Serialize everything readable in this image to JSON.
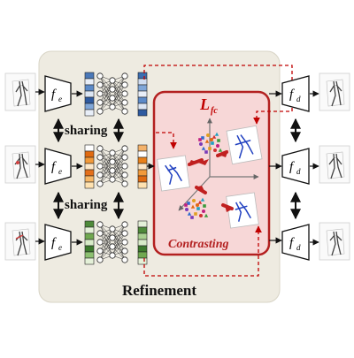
{
  "labels": {
    "encoder": "f",
    "encoder_sub": "e",
    "decoder": "f",
    "decoder_sub": "d",
    "sharing": "sharing",
    "loss_main": "L",
    "loss_sub": "fc",
    "contrasting": "Contrasting",
    "refinement": "Refinement"
  },
  "colors": {
    "refinement_bg": "#eeebe1",
    "contrast_bg": "#f7d7d7",
    "contrast_border": "#b32020",
    "dashed_arrow": "#c00000",
    "feature_blue": [
      "#4a78b8",
      "#e8eef8",
      "#5c8ac8",
      "#dce6f4",
      "#2e5aa0",
      "#7fa6d8",
      "#e8eef8"
    ],
    "feature_orange": [
      "#ffffff",
      "#e06a10",
      "#f29a3a",
      "#fde7c8",
      "#e46f1a",
      "#f7b766",
      "#ffe2b0"
    ],
    "feature_green": [
      "#4e8a3a",
      "#e4f0d8",
      "#70a850",
      "#d8ebc8",
      "#3d7a2d",
      "#8cc070",
      "#e4f0d8"
    ],
    "refined_blue": [
      "#3b6db0",
      "#cfdcf0",
      "#7fa6d8",
      "#e8eef8",
      "#5c8ac8",
      "#dce6f4",
      "#2e5aa0"
    ],
    "refined_orange": [
      "#f4b26a",
      "#ffffff",
      "#e8801a",
      "#fde7c8",
      "#f29a3a",
      "#e06a10",
      "#ffe2b0"
    ],
    "refined_green": [
      "#e4f0d8",
      "#4e8a3a",
      "#a8d090",
      "#d8ebc8",
      "#3d7a2d",
      "#70a850",
      "#e4f0d8"
    ]
  },
  "icons": {
    "input_poses": [
      "pose-input-1",
      "pose-input-2",
      "pose-input-3"
    ],
    "output_poses": [
      "pose-output-1",
      "pose-output-2",
      "pose-output-3"
    ]
  }
}
